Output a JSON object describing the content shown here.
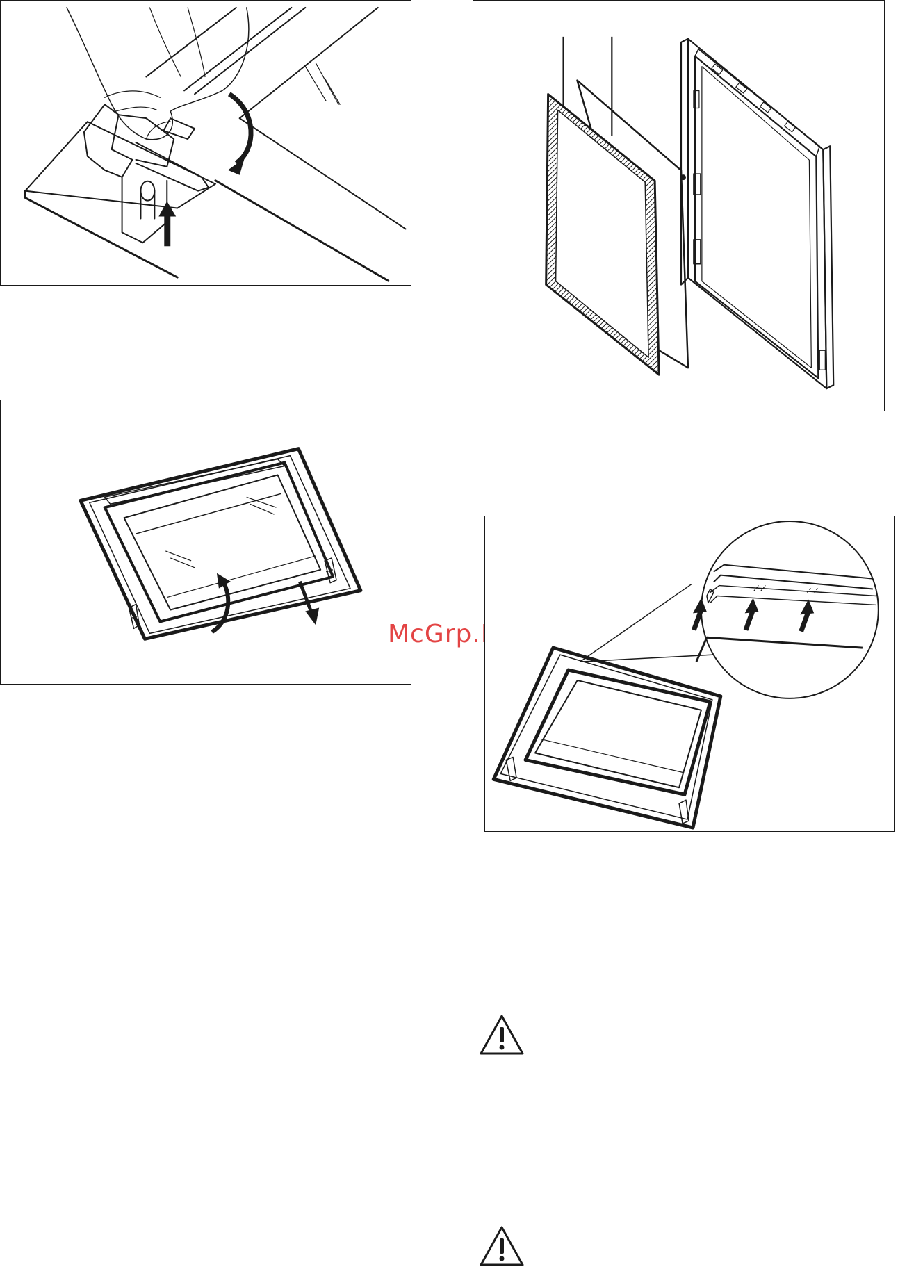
{
  "watermark": {
    "text": "McGrp.Ru"
  },
  "figures": [
    {
      "id": "hinge-lever",
      "icon": "hand-lifting-hinge-lever-illustration"
    },
    {
      "id": "door-glass-panels",
      "icon": "door-glass-panels-exploded-illustration"
    },
    {
      "id": "remove-door-trim",
      "icon": "door-trim-removal-illustration"
    },
    {
      "id": "inner-glass-seating",
      "icon": "inner-glass-seating-detail-illustration"
    }
  ],
  "warnings": [
    {
      "icon": "warning-triangle-icon"
    },
    {
      "icon": "warning-triangle-icon"
    }
  ],
  "colors": {
    "line": "#1a1a1a",
    "watermark": "#e03030",
    "page": "#ffffff"
  }
}
